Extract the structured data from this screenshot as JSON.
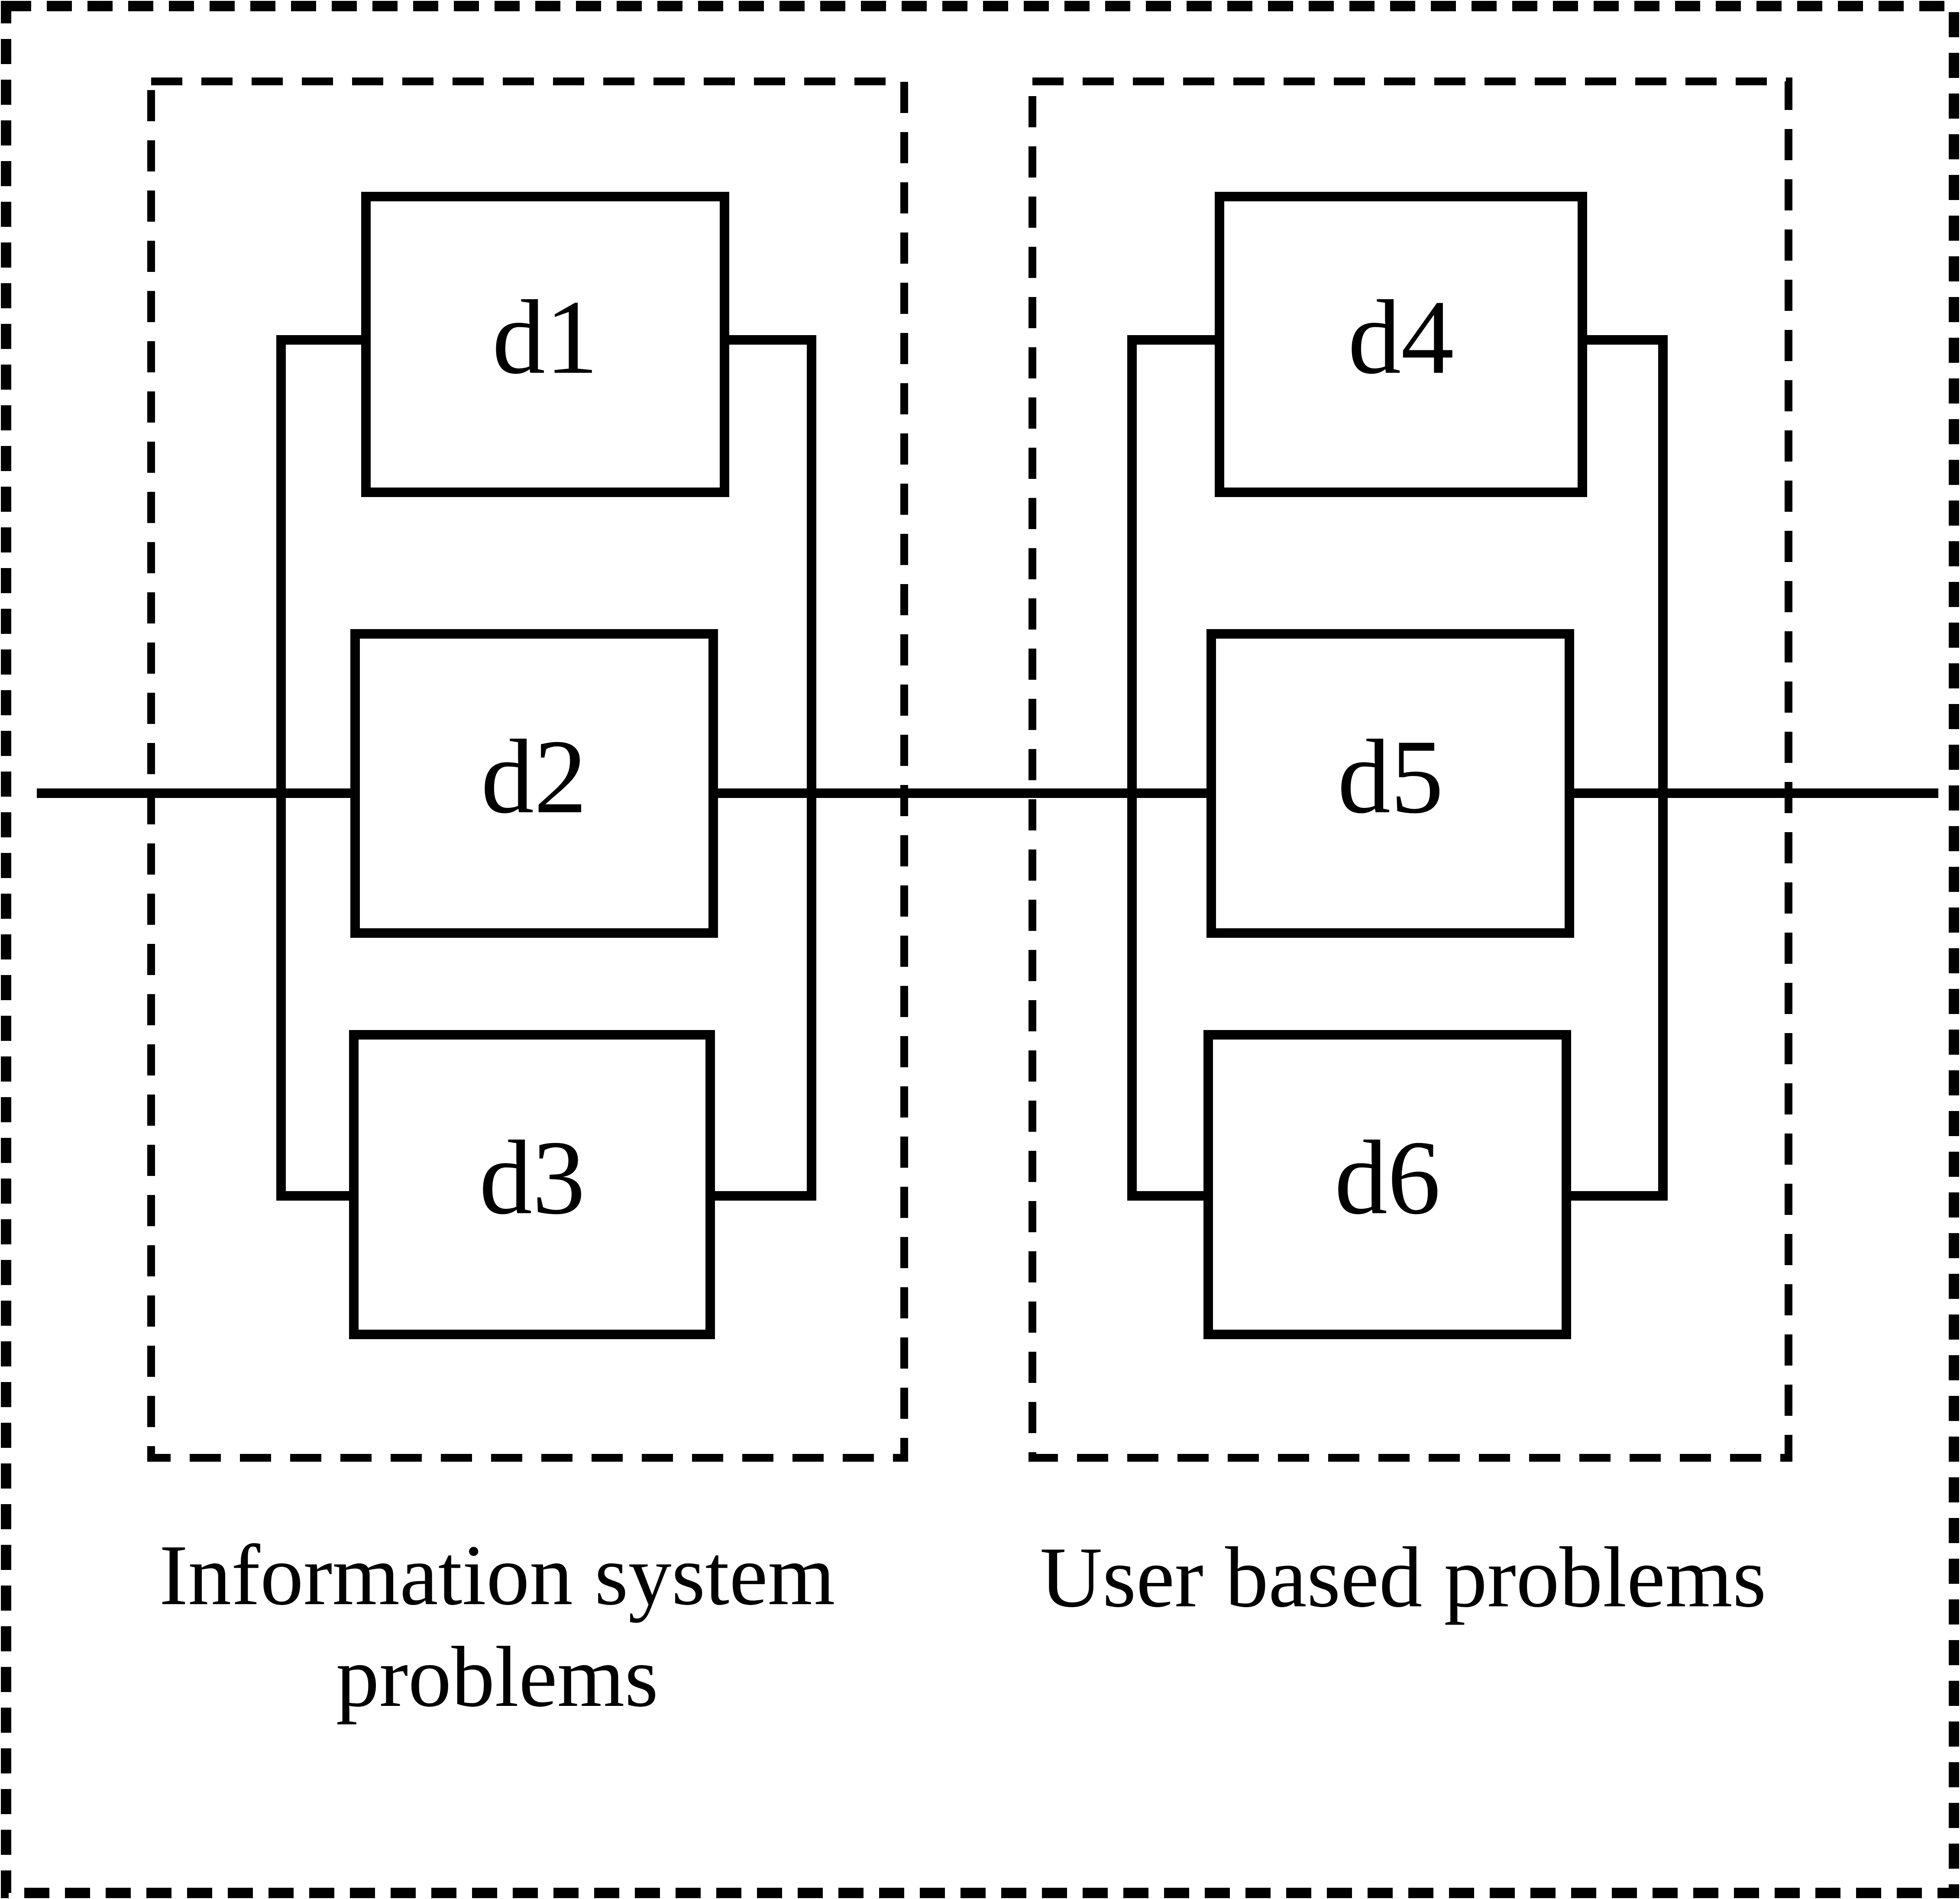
{
  "diagram": {
    "background_color": "#ffffff",
    "line_color": "#000000",
    "blocks": [
      {
        "id": "d1",
        "label": "d1"
      },
      {
        "id": "d2",
        "label": "d2"
      },
      {
        "id": "d3",
        "label": "d3"
      },
      {
        "id": "d4",
        "label": "d4"
      },
      {
        "id": "d5",
        "label": "d5"
      },
      {
        "id": "d6",
        "label": "d6"
      }
    ],
    "groups": [
      {
        "id": "information-system-problems",
        "label_lines": [
          "Information system",
          "problems"
        ],
        "block_ids": [
          "d1",
          "d2",
          "d3"
        ]
      },
      {
        "id": "user-based-problems",
        "label_lines": [
          "User based problems"
        ],
        "block_ids": [
          "d4",
          "d5",
          "d6"
        ]
      }
    ]
  }
}
